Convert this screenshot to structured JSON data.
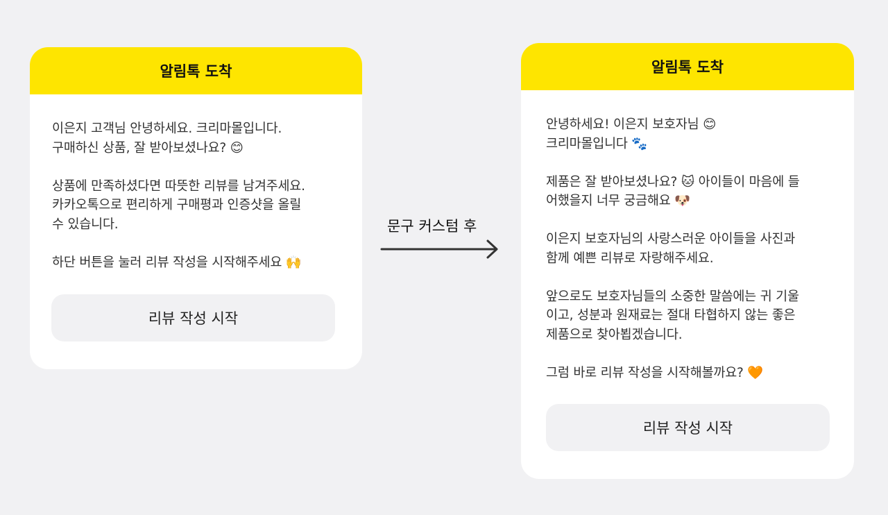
{
  "left_card": {
    "header": "알림톡 도착",
    "paragraphs": [
      [
        "이은지 고객님 안녕하세요. 크리마몰입니다.",
        "구매하신 상품, 잘 받아보셨나요? 😊"
      ],
      [
        "상품에 만족하셨다면 따뜻한 리뷰를 남겨주세요.",
        "카카오톡으로 편리하게 구매평과 인증샷을 올릴",
        "수 있습니다."
      ],
      [
        "하단 버튼을 눌러 리뷰 작성을 시작해주세요 🙌"
      ]
    ],
    "button_label": "리뷰 작성 시작"
  },
  "arrow": {
    "label": "문구 커스텀 후"
  },
  "right_card": {
    "header": "알림톡 도착",
    "paragraphs": [
      [
        "안녕하세요! 이은지 보호자님 😊",
        "크리마몰입니다 🐾"
      ],
      [
        "제품은 잘 받아보셨나요? 🐱 아이들이 마음에 들",
        "어했을지 너무 궁금해요 🐶"
      ],
      [
        "이은지 보호자님의 사랑스러운 아이들을 사진과",
        "함께 예쁜 리뷰로 자랑해주세요."
      ],
      [
        "앞으로도 보호자님들의 소중한 말씀에는 귀 기울",
        "이고, 성분과 원재료는 절대 타협하지 않는 좋은",
        "제품으로 찾아뵙겠습니다."
      ],
      [
        "그럼 바로 리뷰 작성을 시작해볼까요? 🧡"
      ]
    ],
    "button_label": "리뷰 작성 시작"
  },
  "colors": {
    "background": "#f1f1f3",
    "header_yellow": "#fee500",
    "card": "#ffffff",
    "button": "#f1f1f3",
    "arrow": "#333333"
  }
}
